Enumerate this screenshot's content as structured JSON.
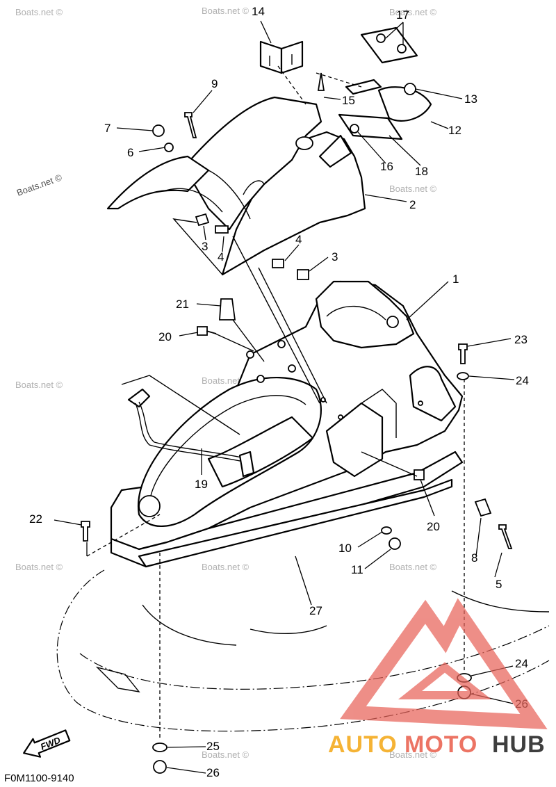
{
  "diagram": {
    "code": "F0M1100-9140",
    "fwd_label": "FWD",
    "watermark": "Boats.net ©",
    "callouts": [
      {
        "id": "c1",
        "label": "1"
      },
      {
        "id": "c2",
        "label": "2"
      },
      {
        "id": "c3a",
        "label": "3"
      },
      {
        "id": "c3b",
        "label": "3"
      },
      {
        "id": "c4a",
        "label": "4"
      },
      {
        "id": "c4b",
        "label": "4"
      },
      {
        "id": "c5",
        "label": "5"
      },
      {
        "id": "c6",
        "label": "6"
      },
      {
        "id": "c7",
        "label": "7"
      },
      {
        "id": "c8",
        "label": "8"
      },
      {
        "id": "c9",
        "label": "9"
      },
      {
        "id": "c10",
        "label": "10"
      },
      {
        "id": "c11",
        "label": "11"
      },
      {
        "id": "c12",
        "label": "12"
      },
      {
        "id": "c13",
        "label": "13"
      },
      {
        "id": "c14",
        "label": "14"
      },
      {
        "id": "c15",
        "label": "15"
      },
      {
        "id": "c16",
        "label": "16"
      },
      {
        "id": "c17",
        "label": "17"
      },
      {
        "id": "c18",
        "label": "18"
      },
      {
        "id": "c19",
        "label": "19"
      },
      {
        "id": "c20a",
        "label": "20"
      },
      {
        "id": "c20b",
        "label": "20"
      },
      {
        "id": "c21",
        "label": "21"
      },
      {
        "id": "c22",
        "label": "22"
      },
      {
        "id": "c23",
        "label": "23"
      },
      {
        "id": "c24a",
        "label": "24"
      },
      {
        "id": "c24b",
        "label": "24"
      },
      {
        "id": "c25",
        "label": "25"
      },
      {
        "id": "c26a",
        "label": "26"
      },
      {
        "id": "c26b",
        "label": "26"
      },
      {
        "id": "c27",
        "label": "27"
      }
    ]
  },
  "logo": {
    "part1": "AUTO",
    "part2": "MOTO",
    "part3": "HUB",
    "color_auto": "#f5b335",
    "color_moto": "#ec7464",
    "color_hub": "#3e3e3e",
    "triangle_color": "#e8645a"
  }
}
